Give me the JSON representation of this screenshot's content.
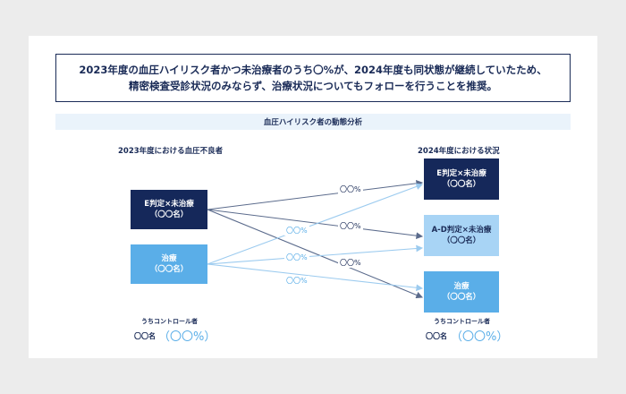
{
  "message": {
    "line1": "2023年度の血圧ハイリスク者かつ未治療者のうち〇%が、2024年度も同状態が継続していたため、",
    "line2": "精密検査受診状況のみならず、治療状況についてもフォローを行うことを推奨。"
  },
  "section_title": "血圧ハイリスク者の動態分析",
  "left_title": "2023年度における血圧不良者",
  "right_title": "2024年度における状況",
  "left_boxes": [
    {
      "line1": "E判定×未治療",
      "line2": "（〇〇名）"
    },
    {
      "line1": "治療",
      "line2": "（〇〇名）"
    }
  ],
  "right_boxes": [
    {
      "line1": "E判定×未治療",
      "line2": "（〇〇名）"
    },
    {
      "line1": "A-D判定×未治療",
      "line2": "（〇〇名）"
    },
    {
      "line1": "治療",
      "line2": "（〇〇名）"
    }
  ],
  "flows_dark": [
    "〇〇%",
    "〇〇%",
    "〇〇%"
  ],
  "flows_light": [
    "〇〇%",
    "〇〇%",
    "〇〇%"
  ],
  "left_control": {
    "label": "うちコントロール者",
    "count": "〇〇名",
    "pct": "（〇〇%）"
  },
  "right_control": {
    "label": "うちコントロール者",
    "count": "〇〇名",
    "pct": "（〇〇%）"
  },
  "colors": {
    "navy": "#15285a",
    "blue": "#5aaee8",
    "light_blue": "#a8d4f5",
    "flow_dark": "#5b6b8c",
    "flow_light": "#9ccbef"
  }
}
